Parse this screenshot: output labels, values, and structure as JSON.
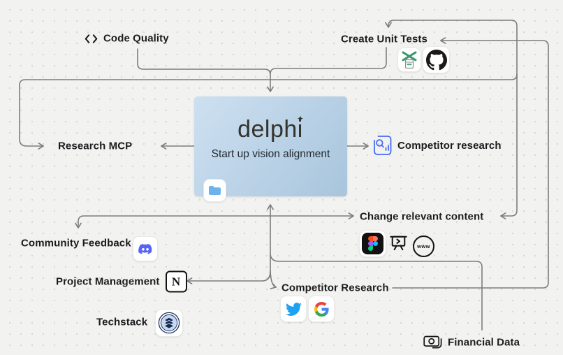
{
  "canvas": {
    "background": "#f2f2f0",
    "dot_color": "#d6d6d3",
    "edge_color": "#7d7d7d"
  },
  "center_card": {
    "logo_text": "delphi",
    "logo_sparkle": "✦",
    "subtitle": "Start up vision alignment"
  },
  "nodes": {
    "code_quality": {
      "label": "Code Quality"
    },
    "create_unit_tests": {
      "label": "Create Unit Tests"
    },
    "research_mcp": {
      "label": "Research MCP"
    },
    "competitor_research_side": {
      "label": "Competitor research"
    },
    "change_relevant_content": {
      "label": "Change relevant content"
    },
    "community_feedback": {
      "label": "Community Feedback"
    },
    "project_management": {
      "label": "Project Management"
    },
    "techstack": {
      "label": "Techstack"
    },
    "competitor_research_bottom": {
      "label": "Competitor Research"
    },
    "financial_data": {
      "label": "Financial Data"
    }
  },
  "icons": {
    "code": "code-icon",
    "puppeteer": "puppeteer-icon",
    "github": "github-icon",
    "search_analytics": "search-analytics-icon",
    "figma": "figma-icon",
    "presentation": "presentation-icon",
    "www": "www-globe-icon",
    "www_label": "www",
    "discord": "discord-icon",
    "notion": "notion-icon",
    "notion_letter": "N",
    "stackshare": "stackshare-icon",
    "twitter": "twitter-icon",
    "google": "google-icon",
    "money": "money-icon",
    "folder": "folder-icon"
  },
  "icon_colors": {
    "discord": "#5865F2",
    "twitter": "#1DA1F2",
    "figma_black": "#111111",
    "search_blue": "#4a6bf5",
    "puppeteer_green": "#35996b",
    "folder_blue": "#6cb3ee"
  }
}
